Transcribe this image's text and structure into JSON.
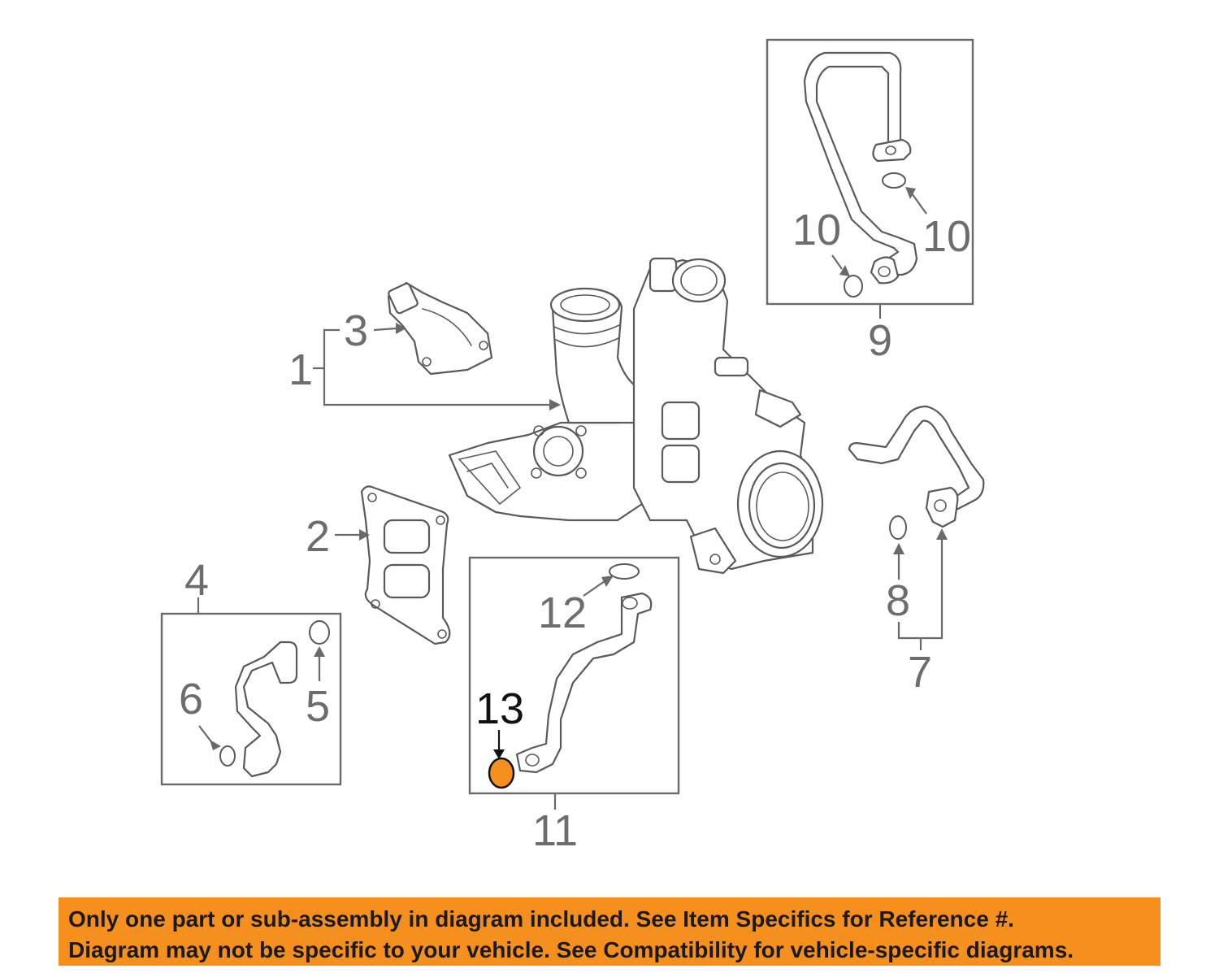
{
  "callouts": {
    "c1": "1",
    "c2": "2",
    "c3": "3",
    "c4": "4",
    "c5": "5",
    "c6": "6",
    "c7": "7",
    "c8": "8",
    "c9": "9",
    "c10a": "10",
    "c10b": "10",
    "c11": "11",
    "c12": "12",
    "c13": "13"
  },
  "highlight": {
    "part": "13",
    "color": "#f5901e"
  },
  "banner": {
    "line1": "Only one part or sub-assembly in diagram included. See Item Specifics for Reference #.",
    "line2": "Diagram may not be specific to your vehicle. See Compatibility for vehicle-specific diagrams.",
    "background": "#f5901e"
  }
}
